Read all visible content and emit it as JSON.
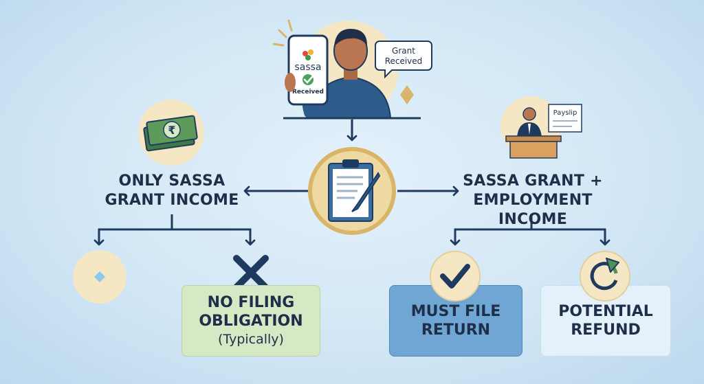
{
  "phone": {
    "brand": "sassa",
    "status": "Received"
  },
  "speech_bubble": {
    "line1": "Grant",
    "line2": "Received"
  },
  "payslip_label": "Payslip",
  "currency_symbol": "₹",
  "left_branch": {
    "line1": "ONLY SASSA",
    "line2": "GRANT INCOME"
  },
  "right_branch": {
    "line1": "SASSA GRANT +",
    "line2": "EMPLOYMENT INCOME"
  },
  "outcomes": {
    "no_filing": {
      "line1": "NO FILING",
      "line2": "OBLIGATION",
      "line3": "(Typically)"
    },
    "must_file": {
      "line1": "MUST FILE",
      "line2": "RETURN"
    },
    "refund": {
      "line1": "POTENTIAL",
      "line2": "REFUND"
    }
  },
  "colors": {
    "navy": "#1f3a5f",
    "gold": "#d9b56a",
    "cream": "#f6e7c4",
    "green_box": "#d7e8c4",
    "blue_box": "#6fa6d4",
    "pale_box": "#e4f1fa"
  }
}
